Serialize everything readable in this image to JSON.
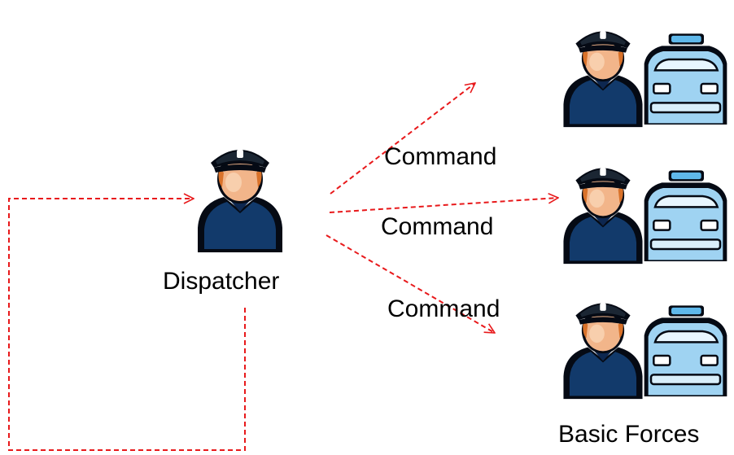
{
  "diagram": {
    "dispatcher": {
      "label": "Dispatcher",
      "icon": "police-officer-icon"
    },
    "commands": [
      {
        "label": "Command"
      },
      {
        "label": "Command"
      },
      {
        "label": "Command"
      }
    ],
    "forces": {
      "label": "Basic Forces",
      "units": [
        {
          "icon": "police-officer-with-car-icon"
        },
        {
          "icon": "police-officer-with-car-icon"
        },
        {
          "icon": "police-officer-with-car-icon"
        }
      ]
    },
    "colors": {
      "arrow": "#e8191b",
      "uniform": "#123a6b",
      "cap": "#1b2633",
      "skin": "#f2b58a",
      "car": "#9fd3f2"
    }
  }
}
